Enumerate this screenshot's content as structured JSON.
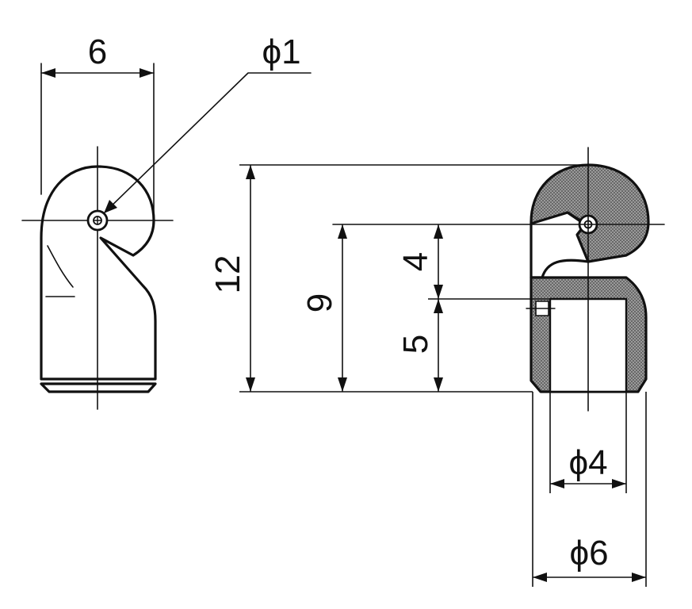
{
  "dimensions": {
    "left_width": "6",
    "hole_diameter": "ϕ1",
    "overall_height": "12",
    "hole_height": "9",
    "upper_height": "4",
    "lower_height": "5",
    "inner_diameter": "ϕ4",
    "outer_diameter": "ϕ6"
  },
  "colors": {
    "line": "#111111",
    "hatch": "#8a8a8a",
    "background": "#ffffff"
  }
}
